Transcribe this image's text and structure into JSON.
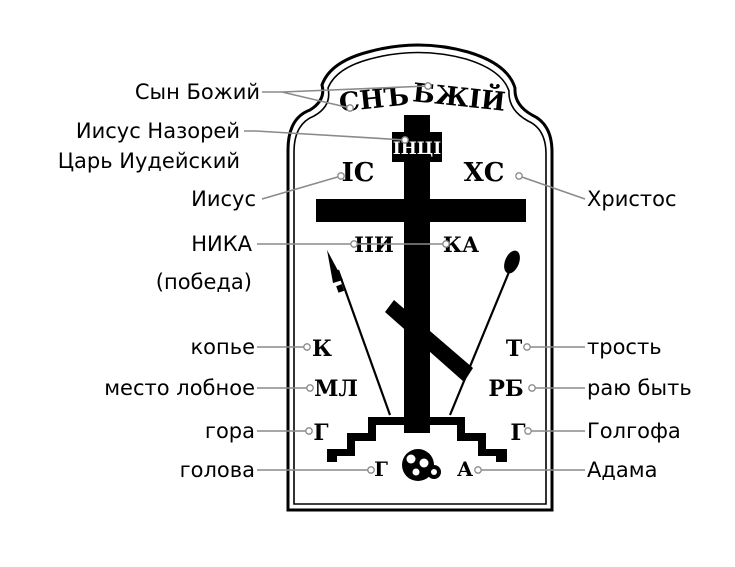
{
  "labels": {
    "son_of_god": "Сын Божий",
    "jesus_nazarene_1": "Иисус Назорей",
    "jesus_nazarene_2": "Царь Иудейский",
    "jesus": "Иисус",
    "nika_1": "НИКА",
    "nika_2": "(победа)",
    "spear": "копье",
    "place_skull": "место лобное",
    "mount": "гора",
    "head": "голова",
    "christ": "Христос",
    "reed": "трость",
    "paradise": "раю быть",
    "golgotha": "Голгофа",
    "adam": "Адама"
  },
  "inscriptions": {
    "sn": "СНЪ",
    "bzhiy": "БЖIЙ",
    "inci": "IНЦI",
    "ic": "IС",
    "xc": "ХС",
    "ni": "НИ",
    "ka": "КА",
    "k": "К",
    "t": "Т",
    "ml": "МЛ",
    "rb": "РБ",
    "g_left": "Г",
    "g_right": "Г",
    "g_bottom": "Г",
    "a_bottom": "А"
  },
  "colors": {
    "ink": "#000000",
    "leader": "#8a8a8a",
    "background": "#ffffff"
  }
}
